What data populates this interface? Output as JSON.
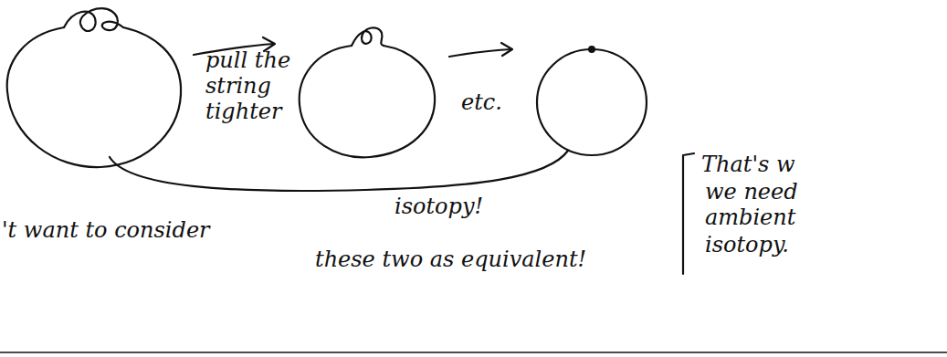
{
  "diagram": {
    "labels": [
      "pull the string tighter",
      "etc.",
      "isotopy!",
      "'t want to consider",
      "these two as equivalent!",
      "That's w",
      "we need",
      "ambient",
      "isotopy."
    ]
  }
}
